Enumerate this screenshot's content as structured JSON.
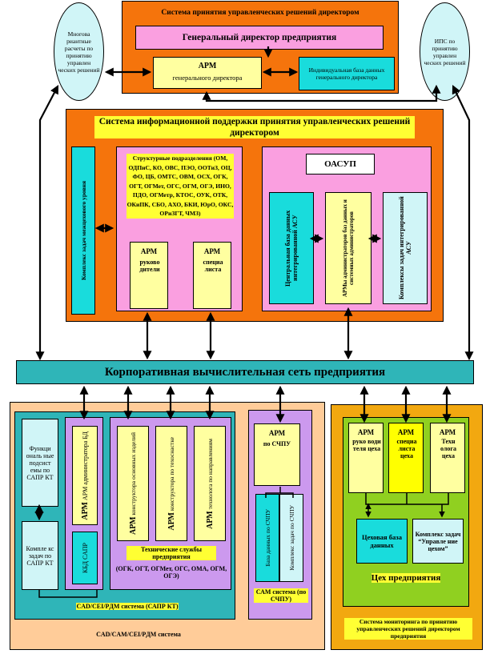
{
  "top_system": {
    "title": "Система принятия управленческих решений директором",
    "gen_director": "Генеральный директор предприятия",
    "arm_title": "АРМ",
    "arm_sub": "генерального директора",
    "db": "Индивидуальная база данных генерального директора"
  },
  "left_ellipse": "Многова риантные расчеты по принятию управлен ческих решений",
  "right_ellipse": "ИПС по принятию управлен ческих решений",
  "info_system": {
    "title": "Система информационной поддержки принятия управленческих решений директором",
    "complex_interlevel": "Комплекс задач межцехового уровня",
    "struct_units": "Структурные подразделения (ОМ, ОДПиС, КО, ОВС, ПЭО, ООТиЗ, ОЦ, ФО, ЦБ, ОМТС, ОВМ, ОСХ, ОГК, ОГТ, ОГМет, ОГС, ОГМ, ОГЭ, ИНО, ПДО, ОГМетр, КТОС, ОУК, ОТК, ОКиПК, СБО, АХО, БКИ, ЮрО, ОКС, ОРиЗГТ, ЧМЗ)",
    "arm_head": "АРМ",
    "arm_head_sub": "руково дители",
    "arm_spec": "АРМ",
    "arm_spec_sub": "специа листа",
    "oasup": "ОАСУП",
    "central_db": "Центральная база данных интегрированной АСУ",
    "arm_admin": "АРМы администраторов баз данных и системных администраторов",
    "complex_int": "Комплексы задач интегрированной АСУ"
  },
  "network": "Корпоративная вычислительная сеть предприятия",
  "cad": {
    "func_subsys": "Функци ональ ные подсист емы по САПР КТ",
    "complex_tasks": "Компле кс задач по САПР КТ",
    "arm_admin_db": "АРМ администратора БД",
    "kbd": "КБД САПР",
    "arm_constructor_main": "конструктора основных изделий",
    "arm_constructor_tech": "конструктора по техоснастке",
    "arm_technologist": "технолога по направлениям",
    "arm_label": "АРМ",
    "tech_services": "Технические службы предприятия",
    "tech_services_list": "(ОГК, ОГТ, ОГМет, ОГС, ОМА, ОГМ, ОГЭ)",
    "inner_label": "CAD/CEI/PДМ система (САПР КТ)",
    "outer_label": "CAD/CAM/CEI/PДМ система"
  },
  "cam": {
    "arm": "АРМ",
    "arm_sub": "по СЧПУ",
    "db": "База данных по СЧПУ",
    "complex": "Комплекс задач по СЧПУ",
    "label": "САМ система (по СЧПУ)"
  },
  "shop": {
    "arm1": "АРМ",
    "arm1_sub": "руко води теля цеха",
    "arm2": "АРМ",
    "arm2_sub": "специа листа цеха",
    "arm3": "АРМ",
    "arm3_sub": "Техн олога цеха",
    "db": "Цеховая база данных",
    "complex": "Комплекс задач “Управле ние цехом”",
    "title": "Цех предприятия",
    "monitoring": "Система мониторинга по принятию управленческих решений директором предприятия"
  },
  "colors": {
    "orange": "#f5740c",
    "pink": "#fa9fe0",
    "yellow_light": "#ffffa0",
    "cyan": "#19dcdc",
    "teal": "#2fb5b8",
    "violet": "#cc99ee",
    "peach": "#ffcc99",
    "ochre": "#f2a810",
    "lime": "#90d020"
  }
}
